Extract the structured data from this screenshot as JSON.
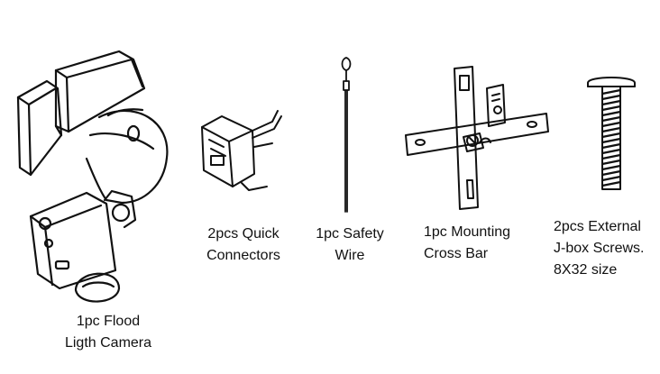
{
  "items": [
    {
      "line1": "1pc Flood",
      "line2": "Ligth Camera",
      "icon": "flood-light-camera-icon"
    },
    {
      "line1": "2pcs Quick",
      "line2": "Connectors",
      "icon": "quick-connector-icon"
    },
    {
      "line1": "1pc Safety",
      "line2": "Wire",
      "icon": "safety-wire-icon"
    },
    {
      "line1": "1pc Mounting",
      "line2": "Cross Bar",
      "icon": "mounting-cross-bar-icon"
    },
    {
      "line1": "2pcs External",
      "line2": "J-box Screws.",
      "line3": "8X32 size",
      "icon": "screw-icon"
    }
  ],
  "colors": {
    "ink": "#111111",
    "background": "#ffffff"
  }
}
